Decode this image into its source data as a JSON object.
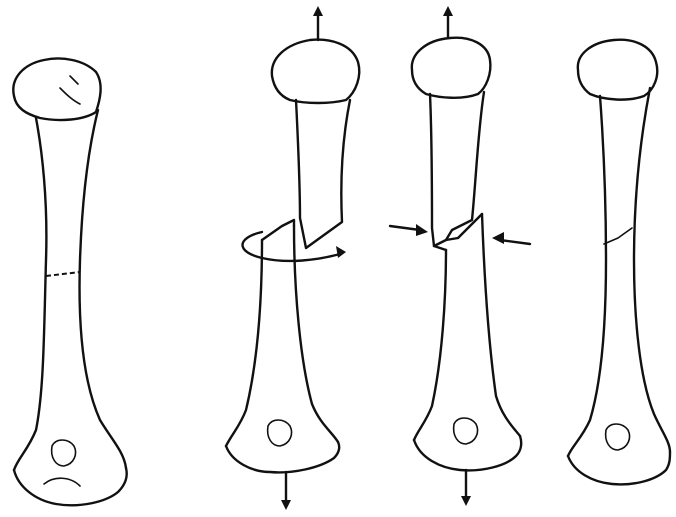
{
  "diagram": {
    "stages": [
      {
        "id": "intact",
        "label": ""
      },
      {
        "id": "distracted-rotated",
        "label": ""
      },
      {
        "id": "compressed",
        "label": ""
      },
      {
        "id": "healed",
        "label": ""
      }
    ],
    "colors": {
      "ink": "#111111",
      "paper": "#ffffff"
    }
  }
}
